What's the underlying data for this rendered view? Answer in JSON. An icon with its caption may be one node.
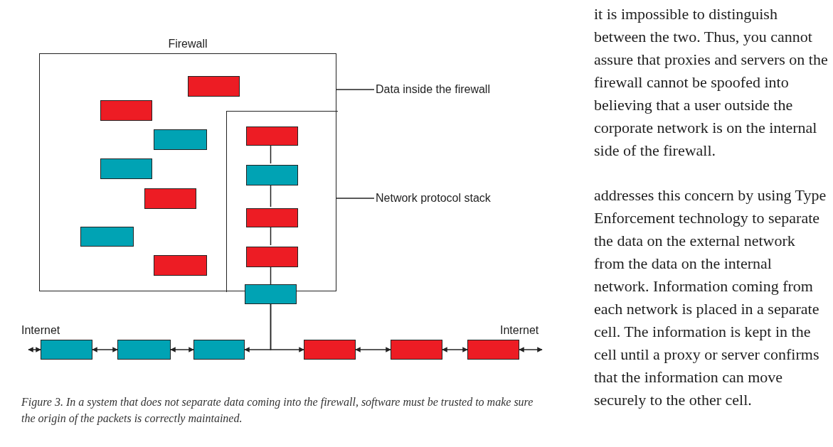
{
  "diagram": {
    "caption": "Figure 3. In a system that does not separate data coming into the firewall, software must be trusted to make sure the origin of the packets is correctly maintained.",
    "nodes": [
      {
        "text": [
          "Firewall"
        ]
      },
      {
        "text": [],
        "shape": "box",
        "in": 0
      },
      {
        "text": [],
        "shape": "box",
        "in": 0
      },
      {
        "text": [],
        "shape": "box",
        "in": 0
      },
      {
        "text": [],
        "shape": "box",
        "in": 0
      },
      {
        "text": [],
        "shape": "box",
        "in": 0
      },
      {
        "text": [],
        "shape": "box",
        "in": 0
      },
      {
        "text": [],
        "shape": "box",
        "in": 0
      },
      {
        "text": [],
        "shape": "box",
        "in": 0
      },
      {
        "text": [],
        "shape": "box",
        "in": 8
      },
      {
        "text": [],
        "shape": "box",
        "in": 8
      },
      {
        "text": [],
        "shape": "box",
        "in": 8
      },
      {
        "text": [],
        "shape": "box",
        "in": 8
      },
      {
        "text": [],
        "shape": "box"
      },
      {
        "text": [
          "Data inside the firewall"
        ]
      },
      {
        "text": [
          "Network protocol stack"
        ]
      },
      {
        "text": [],
        "shape": "box"
      },
      {
        "text": [],
        "shape": "box"
      },
      {
        "text": [],
        "shape": "box"
      },
      {
        "text": [],
        "shape": "box"
      },
      {
        "text": [],
        "shape": "box"
      },
      {
        "text": [],
        "shape": "box"
      }
    ],
    "edges": [
      {
        "from": 14,
        "to": 0,
        "arrow": "none"
      },
      {
        "from": 15,
        "to": 8,
        "arrow": "none"
      },
      {
        "from": 9,
        "to": 10,
        "arrow": "none"
      },
      {
        "from": 10,
        "to": 11,
        "arrow": "none"
      },
      {
        "from": 11,
        "to": 12,
        "arrow": "none"
      },
      {
        "from": 12,
        "to": 13,
        "arrow": "none"
      },
      {
        "from": 13,
        "to": 18,
        "arrow": "to"
      },
      {
        "from": 13,
        "to": 19,
        "arrow": "to"
      },
      {
        "from": null,
        "to": 16,
        "arrow": "both"
      },
      {
        "from": 16,
        "to": 17,
        "arrow": "both"
      },
      {
        "from": 17,
        "to": 18,
        "arrow": "both"
      },
      {
        "from": 19,
        "to": 20,
        "arrow": "both"
      },
      {
        "from": 20,
        "to": 21,
        "arrow": "both"
      },
      {
        "from": 21,
        "to": null,
        "arrow": "both"
      }
    ],
    "labels": [
      "Internet",
      "Internet",
      "it is impossible to distinguish between the two. Thus, you cannot assure that proxies and servers on the firewall cannot be spoofed into believing that a user outside the corporate network is on the internal side of the firewall.",
      "addresses this concern by using Type Enforcement technology to separate the data on the external network from the data on the internal network. Information coming from each network is placed in a separate cell. The information is kept in the cell until a proxy or server confirms that the information can move securely to the other cell."
    ]
  }
}
